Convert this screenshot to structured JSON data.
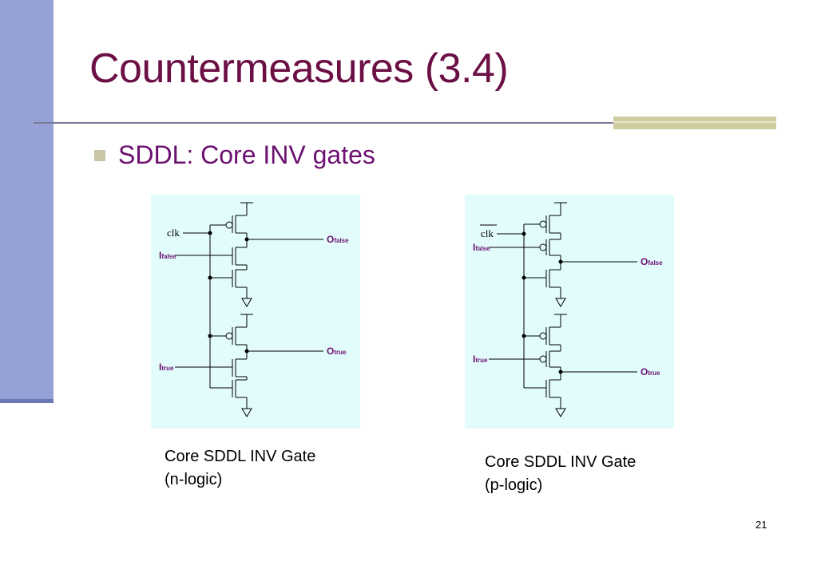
{
  "slide": {
    "title": "Countermeasures (3.4)",
    "bullet": "SDDL: Core INV gates",
    "page_number": "21"
  },
  "diagrams": [
    {
      "clk_label": "clk",
      "i_false_main": "I",
      "i_false_sub": "false",
      "i_true_main": "I",
      "i_true_sub": "true",
      "o_false_main": "O",
      "o_false_sub": "false",
      "o_true_main": "O",
      "o_true_sub": "true",
      "caption_line1": "Core SDDL INV Gate",
      "caption_line2": "(n-logic)"
    },
    {
      "clk_label": "clk",
      "i_false_main": "I",
      "i_false_sub": "false",
      "i_true_main": "I",
      "i_true_sub": "true",
      "o_false_main": "O",
      "o_false_sub": "false",
      "o_true_main": "O",
      "o_true_sub": "true",
      "caption_line1": "Core SDDL INV Gate",
      "caption_line2": "(p-logic)"
    }
  ],
  "colors": {
    "title": "#6b0f45",
    "bullet_text": "#6b1070",
    "side_bar": "#96a2d6",
    "accent_bar": "#cfcca0",
    "panel_bg": "#e2fcfc"
  }
}
